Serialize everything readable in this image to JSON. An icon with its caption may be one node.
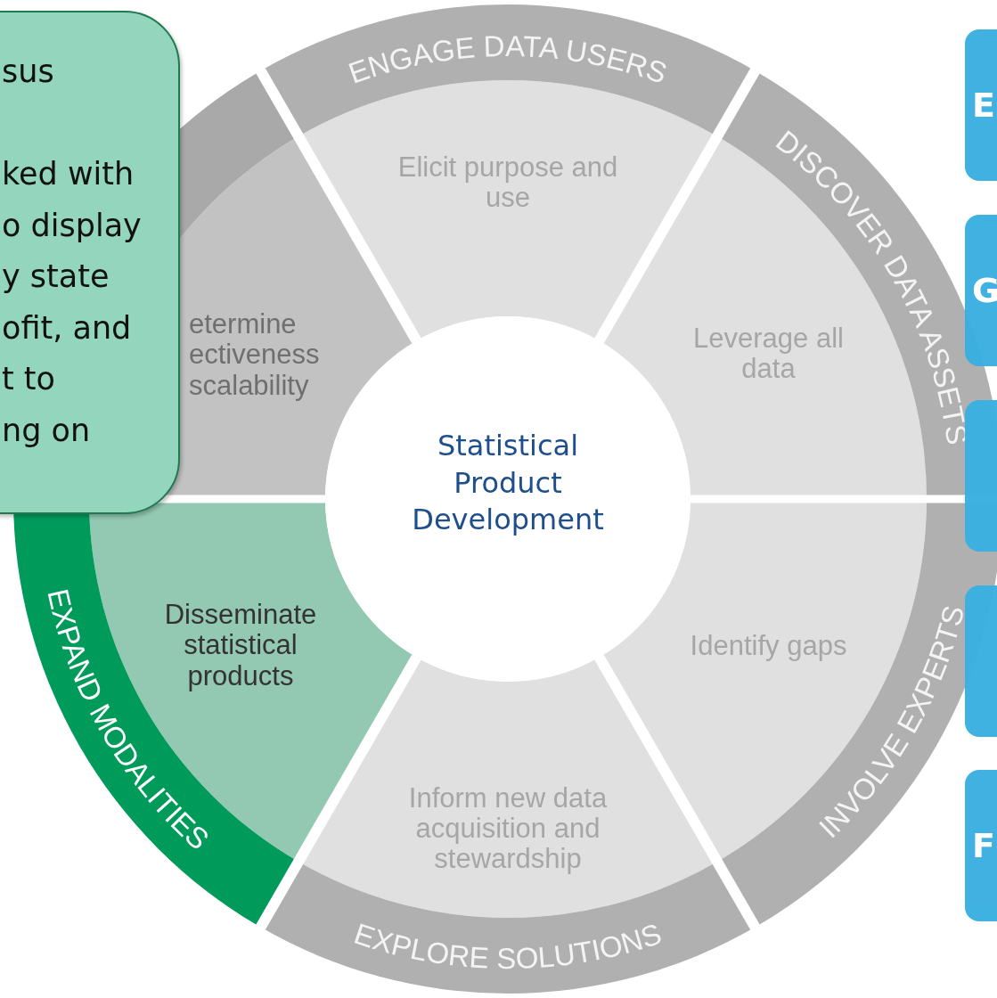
{
  "diagram": {
    "nodes": [
      {
        "text": [
          "sus",
          "ked with",
          "o display",
          "y state",
          "ofit, and",
          "t to",
          "ng on"
        ]
      },
      {
        "text": [
          "ENGAGE DATA USERS"
        ]
      },
      {
        "text": [
          "DISCOVER DATA ASSETS"
        ]
      },
      {
        "text": [
          "INVOLVE EXPERTS"
        ]
      },
      {
        "text": [
          "EXPLORE SOLUTIONS"
        ]
      },
      {
        "text": [
          "EXPAND MODALITIES"
        ]
      },
      {
        "text": [],
        "shape": "arc"
      },
      {
        "text": [
          "Elicit purpose and use"
        ]
      },
      {
        "text": [
          "Leverage all data"
        ]
      },
      {
        "text": [
          "Identify gaps"
        ]
      },
      {
        "text": [
          "Inform new data acquisition and stewardship"
        ]
      },
      {
        "text": [
          "Disseminate statistical products"
        ]
      },
      {
        "text": [
          "etermine ectiveness scalability"
        ]
      },
      {
        "text": [
          "Statistical Product Development"
        ]
      },
      {
        "text": [
          "E"
        ]
      },
      {
        "text": [
          "G"
        ]
      },
      {
        "text": [],
        "shape": "box"
      },
      {
        "text": [],
        "shape": "box"
      },
      {
        "text": [
          "F"
        ]
      }
    ]
  }
}
